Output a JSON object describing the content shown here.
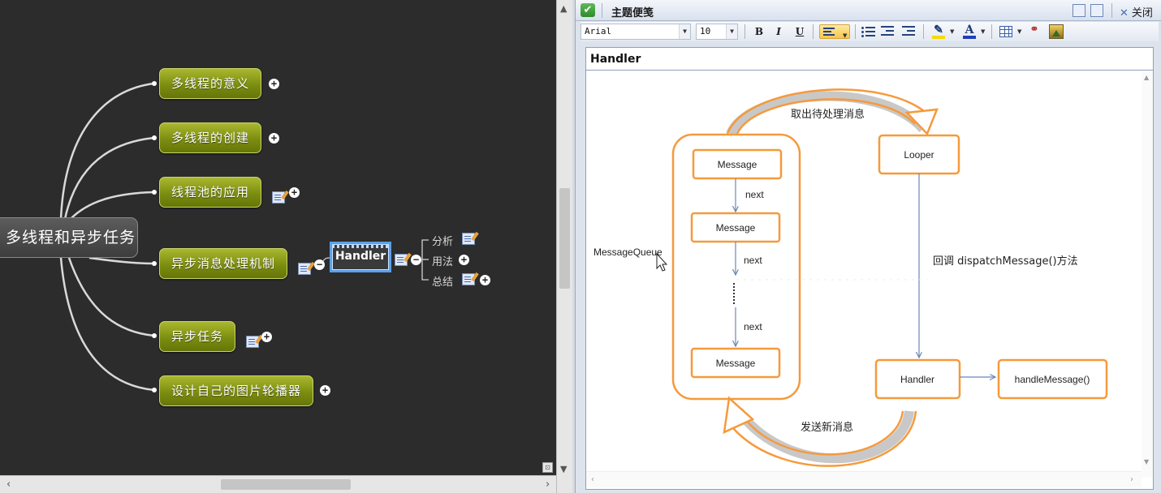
{
  "mindmap": {
    "root": "多线程和异步任务",
    "branches": [
      {
        "label": "多线程的意义",
        "has_note": false
      },
      {
        "label": "多线程的创建",
        "has_note": false
      },
      {
        "label": "线程池的应用",
        "has_note": true
      },
      {
        "label": "异步消息处理机制",
        "has_note": true
      },
      {
        "label": "异步任务",
        "has_note": true
      },
      {
        "label": "设计自己的图片轮播器",
        "has_note": false
      }
    ],
    "selected_node": "Handler",
    "handler_children": [
      "分析",
      "用法",
      "总结"
    ],
    "expand_symbol": "+",
    "collapse_symbol": "−"
  },
  "note_panel": {
    "title": "主题便笺",
    "close_label": "关闭",
    "font_name": "Arial",
    "font_size": "10",
    "bold_label": "B",
    "italic_label": "I",
    "underline_label": "U",
    "heading": "Handler",
    "highlight_color": "#f5d90a",
    "text_color": "#1f3fb8"
  },
  "diagram": {
    "queue_label": "MessageQueue",
    "messages": [
      "Message",
      "Message",
      "Message"
    ],
    "next_labels": [
      "next",
      "next",
      "next"
    ],
    "looper": "Looper",
    "handler": "Handler",
    "handle_message": "handleMessage()",
    "take_label": "取出待处理消息",
    "dispatch_label": "回调 dispatchMessage()方法",
    "send_label": "发送新消息",
    "accent": "#f59a3c"
  }
}
